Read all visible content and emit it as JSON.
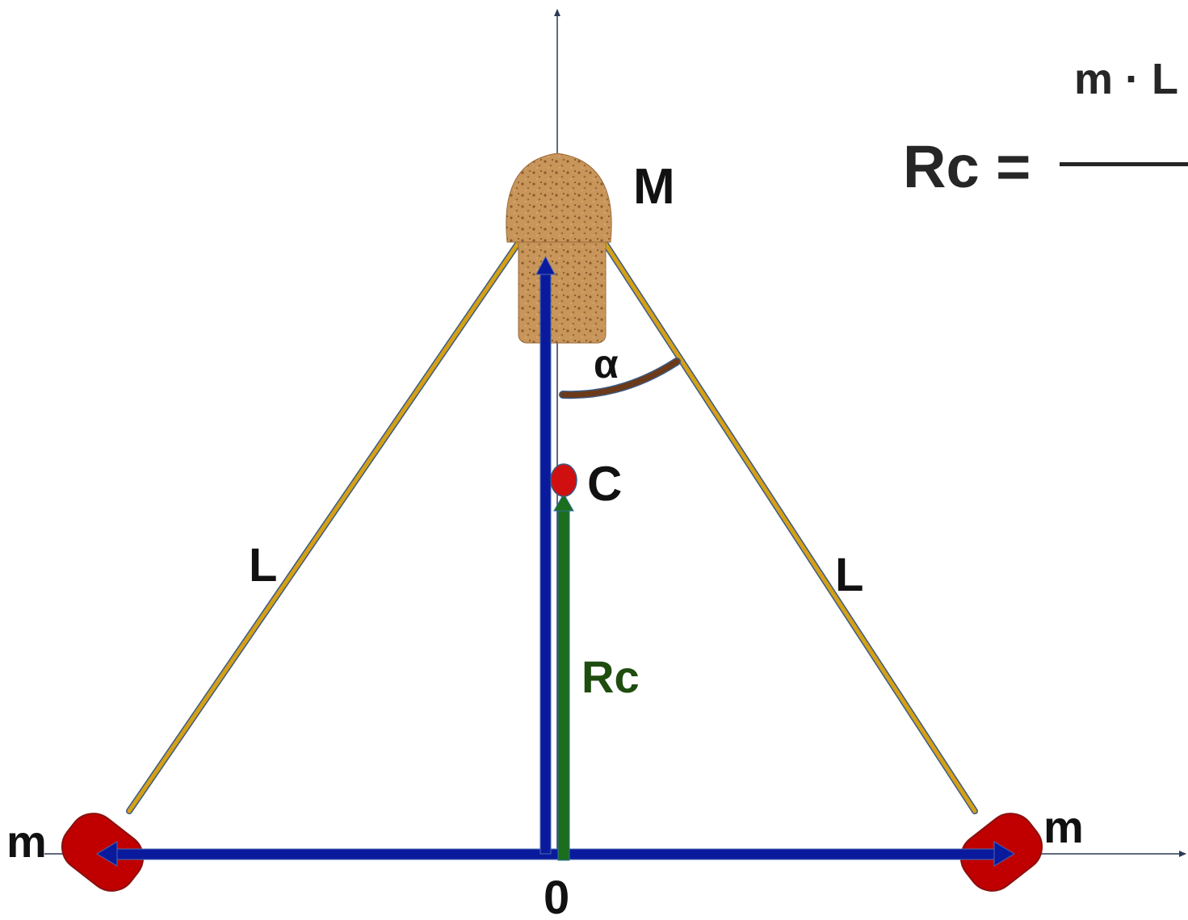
{
  "labels": {
    "top_mass": "M",
    "center_point": "C",
    "side_left": "L",
    "side_right": "L",
    "angle": "α",
    "radius": "Rc",
    "mass_left": "m",
    "mass_right": "m",
    "origin": "0"
  },
  "formula": {
    "lhs": "Rc =",
    "numerator": "m · L"
  },
  "colors": {
    "rod": "#d4a017",
    "blue_vector": "#0a1a9c",
    "green_vector": "#1b6e1b",
    "rc_label": "#1e4d0f",
    "point_c": "#d01010",
    "weight": "#c00000",
    "angle_arc": "#6b3a1a",
    "axes": "#2d3a55"
  }
}
